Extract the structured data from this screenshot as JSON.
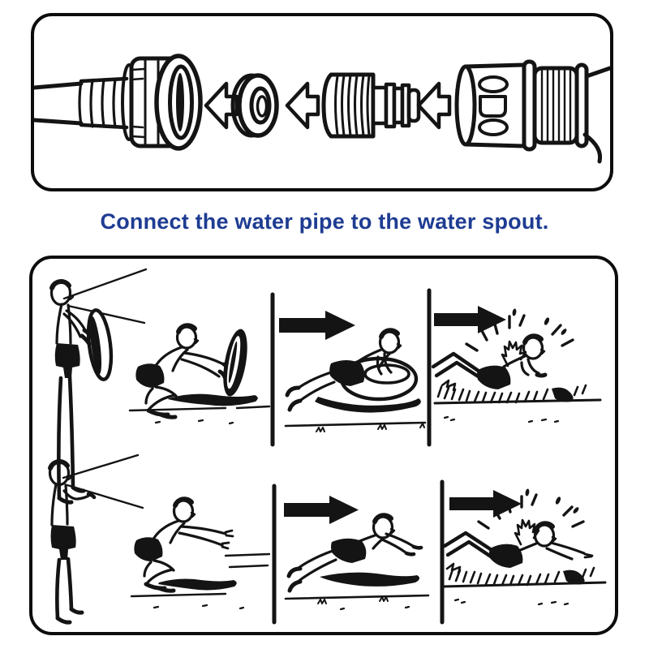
{
  "page": {
    "background": "#ffffff",
    "ink_color": "#141414"
  },
  "caption": {
    "text": "Connect the water pipe to the water spout.",
    "color": "#1e3c92"
  },
  "assembly_panel": {
    "name": "hose-connector-exploded-diagram",
    "parts": [
      "garden-hose",
      "coupling-nut",
      "rubber-washer",
      "threaded-adapter",
      "quick-connector",
      "water-pipe"
    ],
    "arrow_glyph": "open-left-arrow",
    "arrow_count": 3
  },
  "steps_panel": {
    "name": "water-slide-usage-steps",
    "arrow_glyph": "solid-right-arrow",
    "rows": [
      {
        "name": "with-swim-ring",
        "steps": [
          "stand-holding-ring",
          "crouch-with-ring",
          "glide-on-ring",
          "splash-slide"
        ]
      },
      {
        "name": "without-ring",
        "steps": [
          "stand-ready",
          "crouch",
          "dive-glide",
          "splash-slide"
        ]
      }
    ]
  }
}
